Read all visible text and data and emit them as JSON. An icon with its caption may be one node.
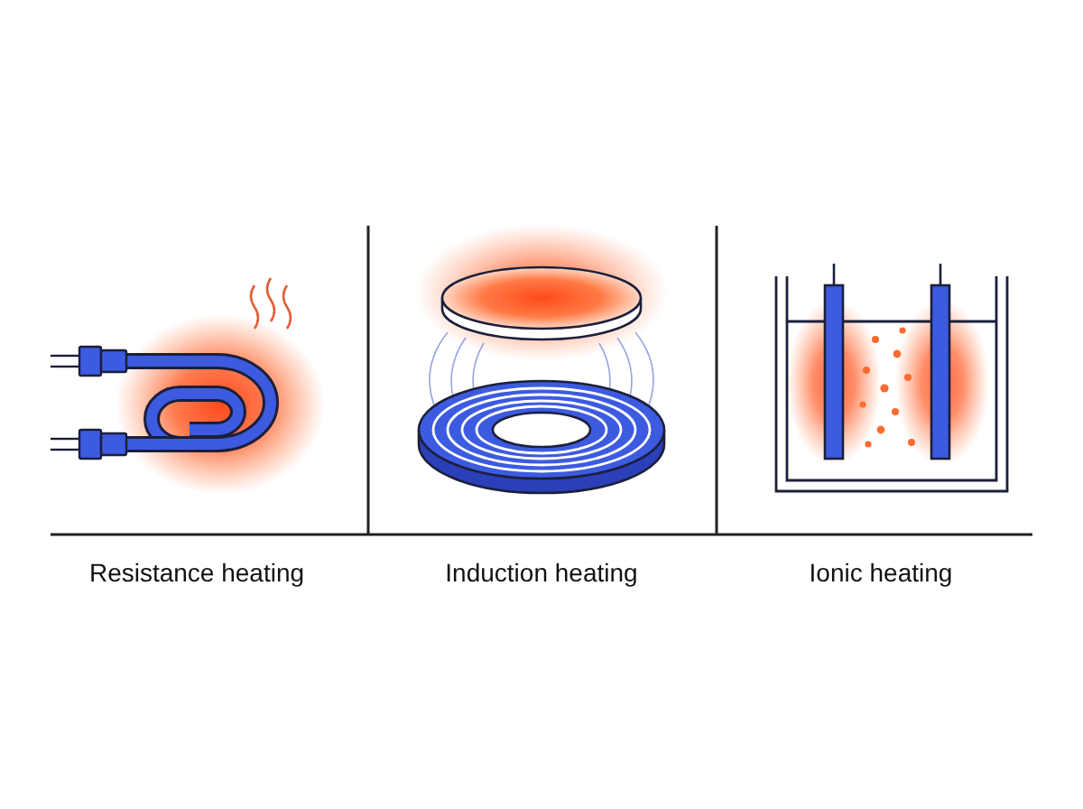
{
  "diagram": {
    "labels": [
      "Resistance heating",
      "Induction heating",
      "Ionic heating"
    ]
  }
}
